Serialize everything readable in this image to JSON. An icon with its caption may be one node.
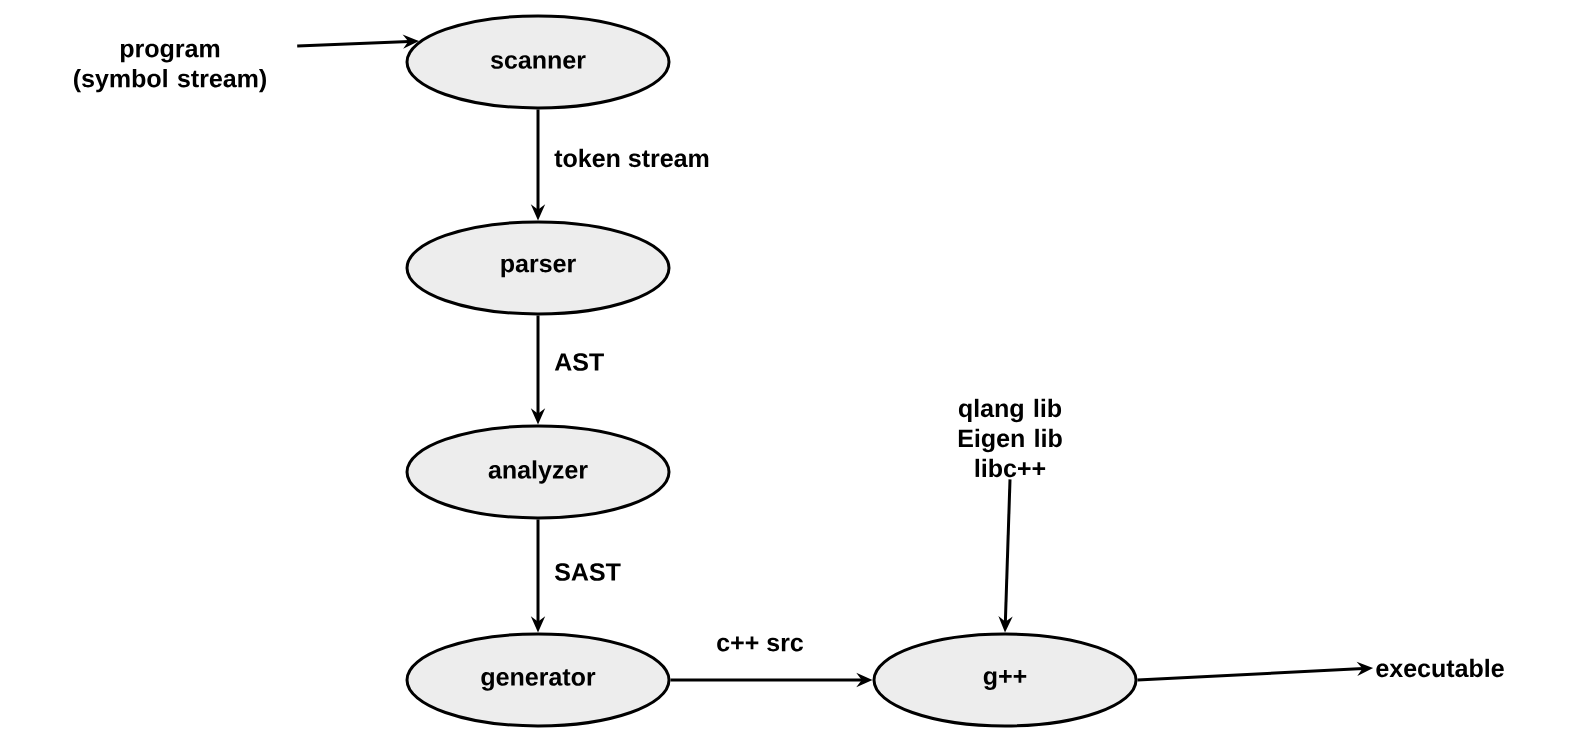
{
  "diagram": {
    "nodes": [
      {
        "text": [
          "program (symbol stream)"
        ]
      },
      {
        "text": [
          "scanner"
        ]
      },
      {
        "text": [
          "parser"
        ]
      },
      {
        "text": [
          "analyzer"
        ]
      },
      {
        "text": [
          "generator"
        ]
      },
      {
        "text": [
          "g++"
        ]
      },
      {
        "text": [
          "qlang lib Eigen lib libc++"
        ]
      },
      {
        "text": [
          "executable"
        ]
      }
    ],
    "edges": [
      {
        "from": 0,
        "to": 1,
        "arrow": "to"
      },
      {
        "from": 1,
        "to": 2,
        "arrow": "to",
        "label": "token stream"
      },
      {
        "from": 2,
        "to": 3,
        "arrow": "to",
        "label": "AST"
      },
      {
        "from": 3,
        "to": 4,
        "arrow": "to",
        "label": "SAST"
      },
      {
        "from": 4,
        "to": 5,
        "arrow": "to",
        "label": "c++ src"
      },
      {
        "from": 6,
        "to": 5,
        "arrow": "to"
      },
      {
        "from": 5,
        "to": 7,
        "arrow": "to"
      }
    ]
  }
}
